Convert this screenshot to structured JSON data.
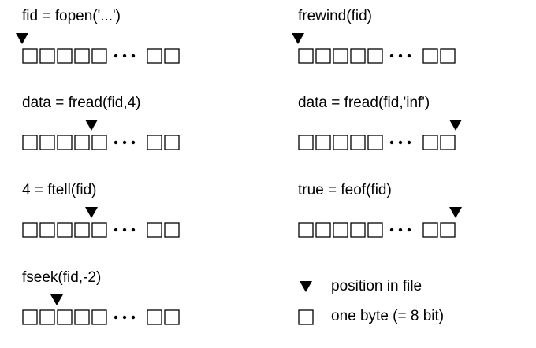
{
  "panels": [
    {
      "command": "fid = fopen('...')",
      "pointer_byte": 0
    },
    {
      "command": "data = fread(fid,4)",
      "pointer_byte": 4
    },
    {
      "command": "4 = ftell(fid)",
      "pointer_byte": 4
    },
    {
      "command": "fseek(fid,-2)",
      "pointer_byte": 2
    },
    {
      "command": "frewind(fid)",
      "pointer_byte": 0
    },
    {
      "command": "data = fread(fid,'inf')",
      "pointer_byte": "end"
    },
    {
      "command": "true = feof(fid)",
      "pointer_byte": "end"
    }
  ],
  "file_strip": {
    "leading_bytes": 5,
    "trailing_bytes": 2,
    "ellipsis": "•••"
  },
  "legend": {
    "pointer_label": "position in file",
    "byte_label": "one byte (= 8 bit)"
  },
  "colors": {
    "ink": "#000000",
    "background": "#ffffff"
  }
}
